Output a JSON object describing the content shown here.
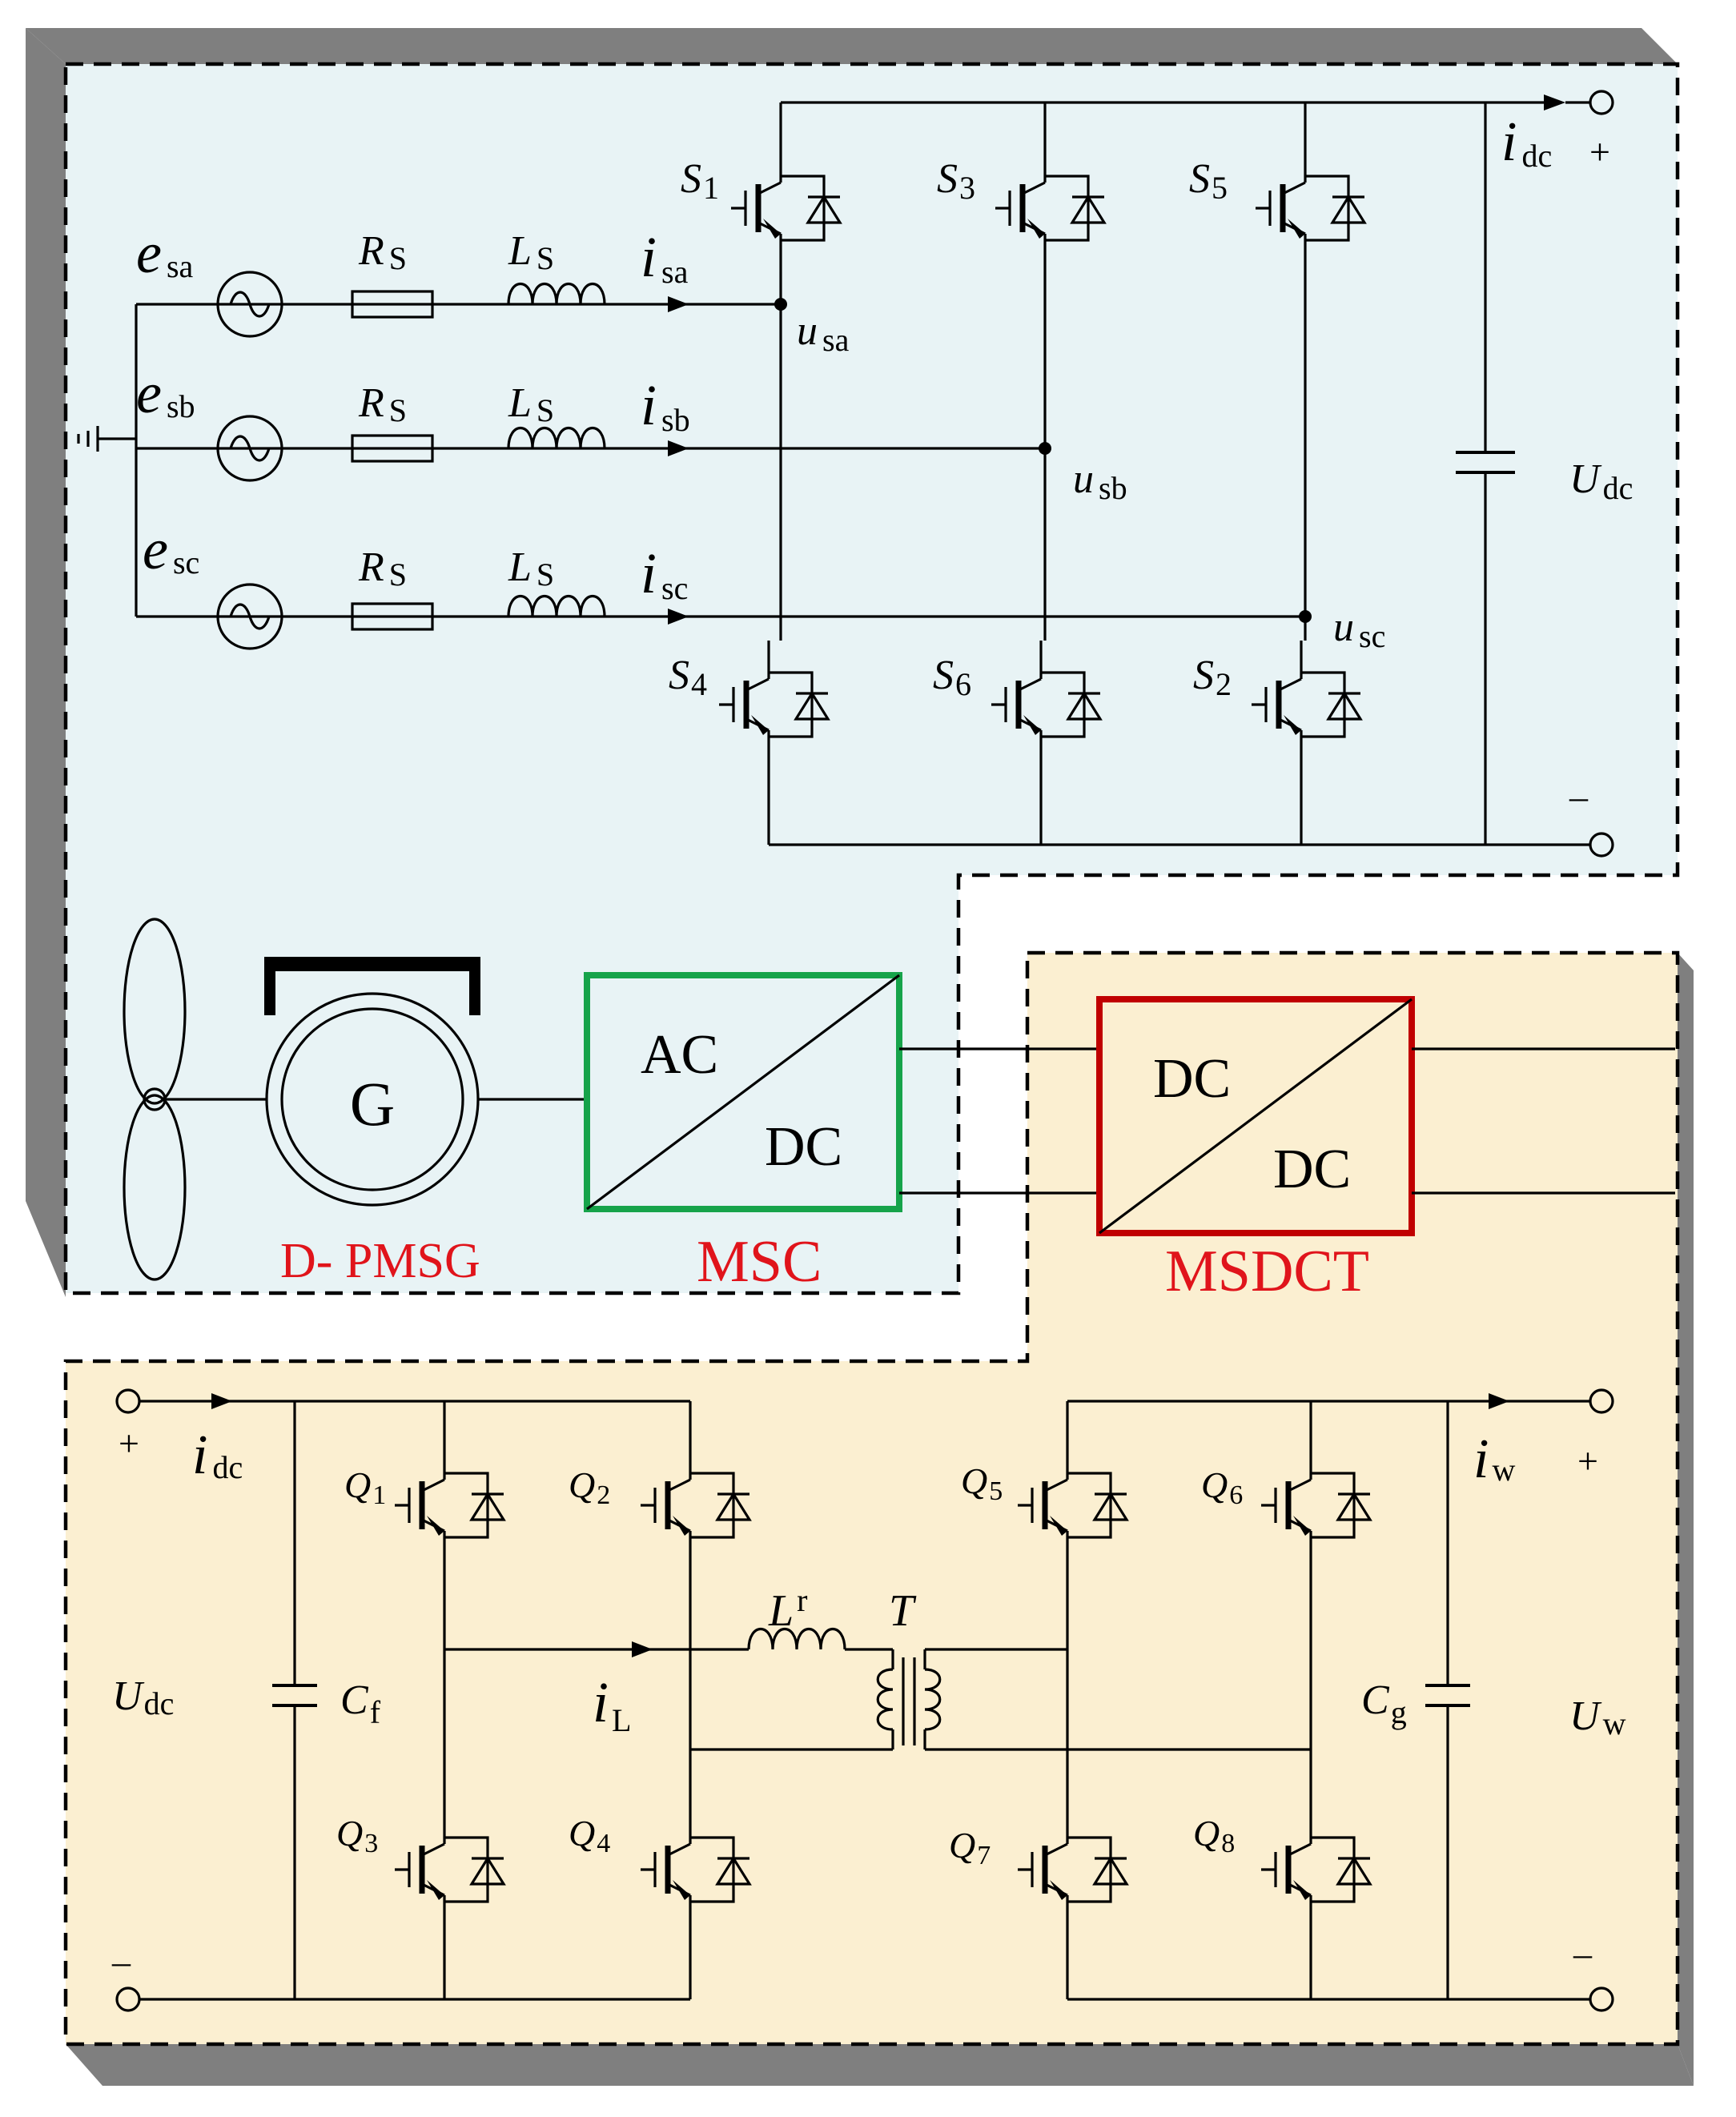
{
  "labels": {
    "e_sym": "e",
    "esa_sub": "sa",
    "esb_sub": "sb",
    "esc_sub": "sc",
    "R_sym": "R",
    "R_sub": "S",
    "L_sym": "L",
    "L_sub": "S",
    "i_sym": "i",
    "isa_sub": "sa",
    "isb_sub": "sb",
    "isc_sub": "sc",
    "u_sym": "u",
    "usa_sub": "sa",
    "usb_sub": "sb",
    "usc_sub": "sc",
    "S_sym": "S",
    "S1": "1",
    "S3": "3",
    "S5": "5",
    "S4": "4",
    "S6": "6",
    "S2": "2",
    "idc_sub": "dc",
    "U_sym": "U",
    "Udc_sub": "dc",
    "plus": "+",
    "minus": "–",
    "G": "G",
    "AC": "AC",
    "DC": "DC",
    "dpmsg": "D- PMSG",
    "msc": "MSC",
    "msdct": "MSDCT",
    "Q_sym": "Q",
    "Q1": "1",
    "Q2": "2",
    "Q3": "3",
    "Q4": "4",
    "Q5": "5",
    "Q6": "6",
    "Q7": "7",
    "Q8": "8",
    "Lr_sub": "r",
    "T": "T",
    "C_sym": "C",
    "Cf_sub": "f",
    "Cg_sub": "g",
    "iL_sub": "L",
    "iw_sub": "w",
    "Uw_sub": "w"
  },
  "colors": {
    "top_panel": "#e8f3f5",
    "bottom_panel": "#fbefd1",
    "shadow": "#7f7f7f",
    "msc_border": "#16a34a",
    "msdct_border": "#c00000",
    "label_red": "#e0141b"
  }
}
